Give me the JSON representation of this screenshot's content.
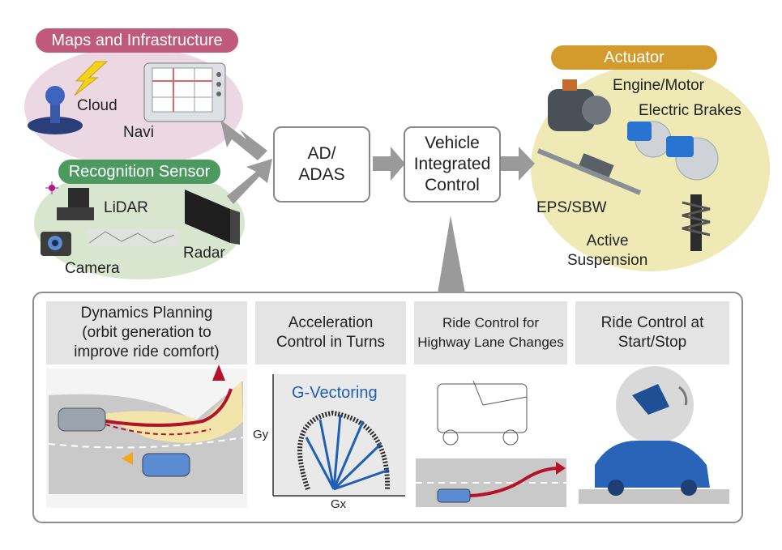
{
  "top": {
    "maps_title": "Maps and Infrastructure",
    "cloud": "Cloud",
    "navi": "Navi",
    "recognition_title": "Recognition Sensor",
    "lidar": "LiDAR",
    "radar": "Radar",
    "camera": "Camera",
    "ad_adas": "AD/\nADAS",
    "vehicle_control": "Vehicle\nIntegrated\nControl",
    "actuator_title": "Actuator",
    "engine_motor": "Engine/Motor",
    "electric_brakes": "Electric Brakes",
    "eps_sbw": "EPS/SBW",
    "active_suspension": "Active\nSuspension"
  },
  "panels": [
    {
      "title": "Dynamics Planning\n(orbit generation to\nimprove ride comfort)"
    },
    {
      "title": "Acceleration\nControl in Turns",
      "chart_label": "G-Vectoring",
      "y_axis": "Gy",
      "x_axis": "Gx"
    },
    {
      "title": "Ride Control for\nHighway Lane Changes"
    },
    {
      "title": "Ride Control at\nStart/Stop"
    }
  ],
  "colors": {
    "maps": "#c05a7c",
    "recognition": "#4d9a61",
    "actuator": "#d39b2c",
    "arrow": "#9a9a9a",
    "accent_blue": "#1f5fb4",
    "path_red": "#b3122a"
  }
}
